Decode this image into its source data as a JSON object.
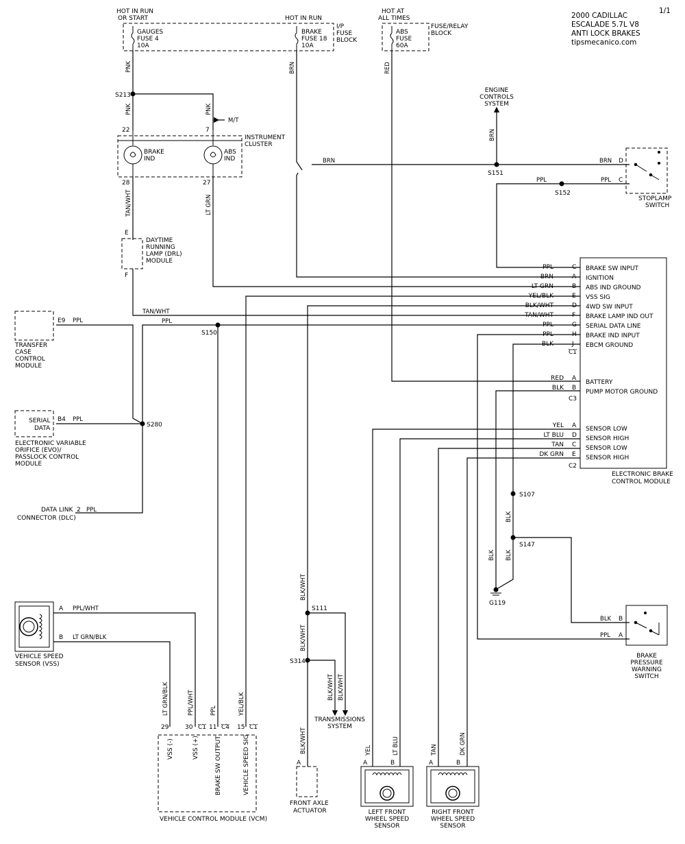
{
  "header": {
    "page": "1/1",
    "title_lines": [
      "2000 CADILLAC",
      "ESCALADE  5.7L  V8",
      "ANTI LOCK BRAKES",
      "tipsmecanico.com"
    ]
  },
  "power": {
    "hot_run_start": [
      "HOT IN RUN",
      "OR START"
    ],
    "hot_run": "HOT IN RUN",
    "hot_all": [
      "HOT AT",
      "ALL TIMES"
    ],
    "ip_fuse_block": [
      "I/P",
      "FUSE",
      "BLOCK"
    ],
    "fuse_relay_block": [
      "FUSE/RELAY",
      "BLOCK"
    ],
    "fuse_gauges": [
      "GAUGES",
      "FUSE 4",
      "10A"
    ],
    "fuse_brake": [
      "BRAKE",
      "FUSE 18",
      "10A"
    ],
    "fuse_abs": [
      "ABS",
      "FUSE",
      "60A"
    ]
  },
  "wires": {
    "pnk": "PNK",
    "brn": "BRN",
    "red": "RED",
    "tan_wht": "TAN/WHT",
    "lt_grn": "LT GRN",
    "ppl": "PPL",
    "blk": "BLK",
    "blk_wht": "BLK/WHT",
    "yel_blk": "YEL/BLK",
    "ppl_wht": "PPL/WHT",
    "lt_grn_blk": "LT GRN/BLK",
    "yel": "YEL",
    "lt_blu": "LT BLU",
    "tan": "TAN",
    "dk_grn": "DK GRN"
  },
  "splices": {
    "s213": "S213",
    "s151": "S151",
    "s152": "S152",
    "s150": "S150",
    "s280": "S280",
    "s107": "S107",
    "s147": "S147",
    "s111": "S111",
    "s314": "S314",
    "g119": "G119"
  },
  "cluster": {
    "label": [
      "INSTRUMENT",
      "CLUSTER"
    ],
    "brake_ind": [
      "BRAKE",
      "IND"
    ],
    "abs_ind": [
      "ABS",
      "IND"
    ],
    "pins": {
      "p22": "22",
      "p7": "7",
      "p28": "28",
      "p27": "27"
    },
    "mt": "M/T"
  },
  "engine_controls": [
    "ENGINE",
    "CONTROLS",
    "SYSTEM"
  ],
  "stoplamp": {
    "label": [
      "STOPLAMP",
      "SWITCH"
    ],
    "pin_d": "D",
    "pin_c": "C"
  },
  "drl": {
    "label": [
      "DAYTIME",
      "RUNNING",
      "LAMP (DRL)",
      "MODULE"
    ],
    "pin_e": "E",
    "pin_f": "F"
  },
  "transfer_case": {
    "label": [
      "TRANSFER",
      "CASE",
      "CONTROL",
      "MODULE"
    ],
    "pin": "E9"
  },
  "evo": {
    "inner": [
      "SERIAL",
      "DATA"
    ],
    "pin": "B4",
    "label": [
      "ELECTRONIC VARIABLE",
      "ORIFICE (EVO)/",
      "PASSLOCK CONTROL",
      "MODULE"
    ]
  },
  "dlc": {
    "label": [
      "DATA LINK",
      "CONNECTOR (DLC)"
    ],
    "pin": "2"
  },
  "ebcm": {
    "label": [
      "ELECTRONIC BRAKE",
      "CONTROL MODULE"
    ],
    "c1_rows": [
      {
        "wire": "PPL",
        "pin": "C",
        "name": "BRAKE SW INPUT"
      },
      {
        "wire": "BRN",
        "pin": "A",
        "name": "IGNITION"
      },
      {
        "wire": "LT GRN",
        "pin": "B",
        "name": "ABS IND GROUND"
      },
      {
        "wire": "YEL/BLK",
        "pin": "E",
        "name": "VSS SIG"
      },
      {
        "wire": "BLK/WHT",
        "pin": "D",
        "name": "4WD SW INPUT"
      },
      {
        "wire": "TAN/WHT",
        "pin": "F",
        "name": "BRAKE LAMP IND OUT"
      },
      {
        "wire": "PPL",
        "pin": "G",
        "name": "SERIAL DATA LINE"
      },
      {
        "wire": "PPL",
        "pin": "H",
        "name": "BRAKE IND INPUT"
      },
      {
        "wire": "BLK",
        "pin": "J",
        "name": "EBCM GROUND"
      }
    ],
    "c1": "C1",
    "c3_rows": [
      {
        "wire": "RED",
        "pin": "A",
        "name": "BATTERY"
      },
      {
        "wire": "BLK",
        "pin": "B",
        "name": "PUMP MOTOR GROUND"
      }
    ],
    "c3": "C3",
    "c2_rows": [
      {
        "wire": "YEL",
        "pin": "A",
        "name": "SENSOR LOW"
      },
      {
        "wire": "LT BLU",
        "pin": "D",
        "name": "SENSOR HIGH"
      },
      {
        "wire": "TAN",
        "pin": "C",
        "name": "SENSOR LOW"
      },
      {
        "wire": "DK GRN",
        "pin": "E",
        "name": "SENSOR HIGH"
      }
    ],
    "c2": "C2"
  },
  "vss": {
    "label": [
      "VEHICLE SPEED",
      "SENSOR (VSS)"
    ],
    "pin_a": "A",
    "pin_b": "B"
  },
  "vcm": {
    "label": "VEHICLE CONTROL MODULE (VCM)",
    "pins": [
      "29",
      "30",
      "C1",
      "11",
      "C4",
      "15",
      "C1"
    ],
    "functions": [
      "VSS (-)",
      "VSS (+)",
      "BRAKE SW OUTPUT",
      "VEHICLE SPEED SIG"
    ]
  },
  "transmission": [
    "TRANSMISSIONS",
    "SYSTEM"
  ],
  "front_axle": {
    "label": [
      "FRONT AXLE",
      "ACTUATOR"
    ],
    "pin": "A"
  },
  "lf_sensor": {
    "label": [
      "LEFT FRONT",
      "WHEEL SPEED",
      "SENSOR"
    ],
    "pin_a": "A",
    "pin_b": "B"
  },
  "rf_sensor": {
    "label": [
      "RIGHT FRONT",
      "WHEEL SPEED",
      "SENSOR"
    ],
    "pin_a": "A",
    "pin_b": "B"
  },
  "brake_pressure": {
    "label": [
      "BRAKE",
      "PRESSURE",
      "WARNING",
      "SWITCH"
    ],
    "pin_b": "B",
    "pin_a": "A"
  }
}
